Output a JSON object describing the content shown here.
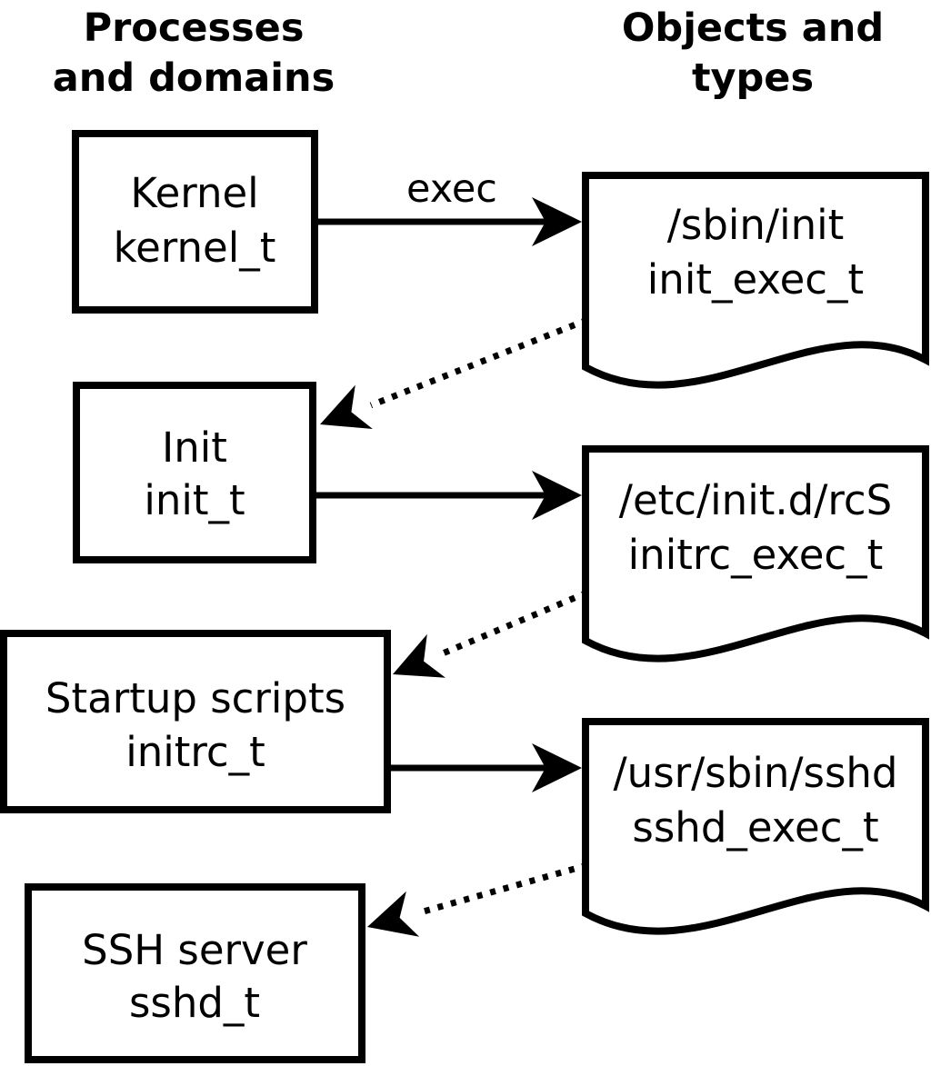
{
  "title_columns": {
    "left": {
      "line1": "Processes",
      "line2": "and domains"
    },
    "right": {
      "line1": "Objects and",
      "line2": "types"
    }
  },
  "nodes": {
    "processes": [
      {
        "name": "Kernel",
        "type": "kernel_t"
      },
      {
        "name": "Init",
        "type": "init_t"
      },
      {
        "name": "Startup scripts",
        "type": "initrc_t"
      },
      {
        "name": "SSH server",
        "type": "sshd_t"
      }
    ],
    "objects": [
      {
        "path": "/sbin/init",
        "type": "init_exec_t"
      },
      {
        "path": "/etc/init.d/rcS",
        "type": "initrc_exec_t"
      },
      {
        "path": "/usr/sbin/sshd",
        "type": "sshd_exec_t"
      }
    ]
  },
  "edges": {
    "exec_label": "exec"
  },
  "colors": {
    "ink": "#000000",
    "paper": "#ffffff"
  }
}
